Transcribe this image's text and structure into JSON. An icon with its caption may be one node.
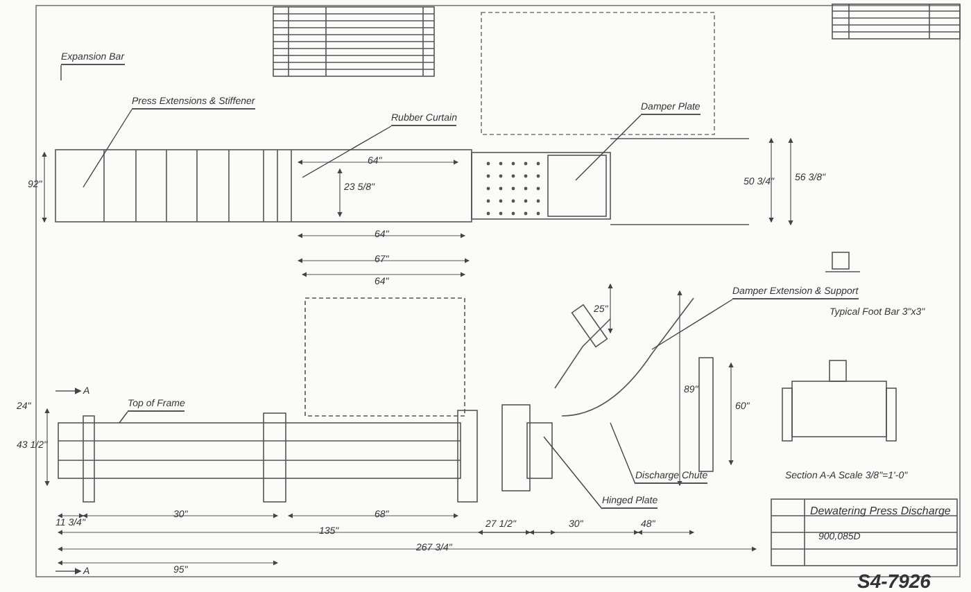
{
  "diagram": {
    "title": "Dewatering Press Discharge",
    "nodes": [
      {
        "text": [
          "Expansion Bar"
        ]
      },
      {
        "text": [
          "Press Extensions & Stiffener"
        ]
      },
      {
        "text": [
          "Rubber Curtain"
        ]
      },
      {
        "text": [
          "Damper Plate"
        ]
      },
      {
        "text": [
          "Top of Frame"
        ]
      },
      {
        "text": [
          "Damper Extension & Support"
        ]
      },
      {
        "text": [
          "Discharge Chute"
        ]
      },
      {
        "text": [
          "Hinged Plate"
        ]
      }
    ],
    "edges": [
      {
        "from": 0,
        "to": null,
        "arrow": "none"
      },
      {
        "from": 1,
        "to": null,
        "arrow": "none"
      },
      {
        "from": 2,
        "to": null,
        "arrow": "none"
      },
      {
        "from": 3,
        "to": null,
        "arrow": "none"
      },
      {
        "from": 4,
        "to": null,
        "arrow": "none"
      },
      {
        "from": 5,
        "to": null,
        "arrow": "none"
      },
      {
        "from": 6,
        "to": null,
        "arrow": "none"
      },
      {
        "from": 7,
        "to": null,
        "arrow": "none"
      }
    ],
    "labels": [
      "92\"",
      "64\"",
      "23 5/8\"",
      "50 3/4\"",
      "56 3/8\"",
      "64\"",
      "67\"",
      "64\"",
      "24\"",
      "43 1/2\"",
      "11 3/4\"",
      "30\"",
      "135\"",
      "267 3/4\"",
      "95\"",
      "68\"",
      "27 1/2\"",
      "30\"",
      "48\"",
      "25\"",
      "89\"",
      "60\"",
      "Section A-A Scale 3/8\"=1'-0\"",
      "Typical Foot Bar 3\"x3\"",
      "900,085D",
      "S4-7926",
      "A",
      "A"
    ]
  }
}
